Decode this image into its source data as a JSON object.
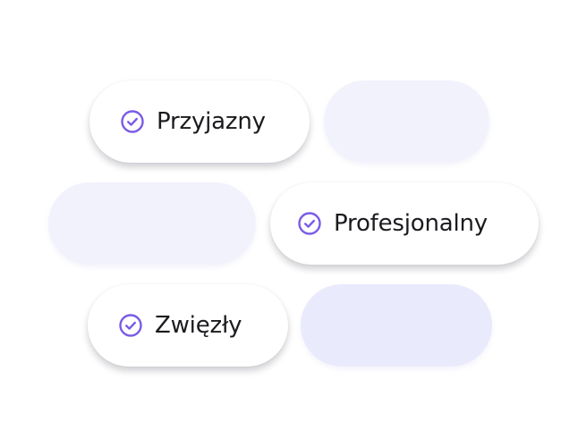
{
  "accent_color": "#7b5ce6",
  "chips": [
    {
      "label": "Przyjazny",
      "selected": true,
      "icon": "check-circle-icon"
    },
    {
      "label": "",
      "selected": false
    },
    {
      "label": "",
      "selected": false
    },
    {
      "label": "Profesjonalny",
      "selected": true,
      "icon": "check-circle-icon"
    },
    {
      "label": "Zwięzły",
      "selected": true,
      "icon": "check-circle-icon"
    },
    {
      "label": "",
      "selected": false
    }
  ]
}
